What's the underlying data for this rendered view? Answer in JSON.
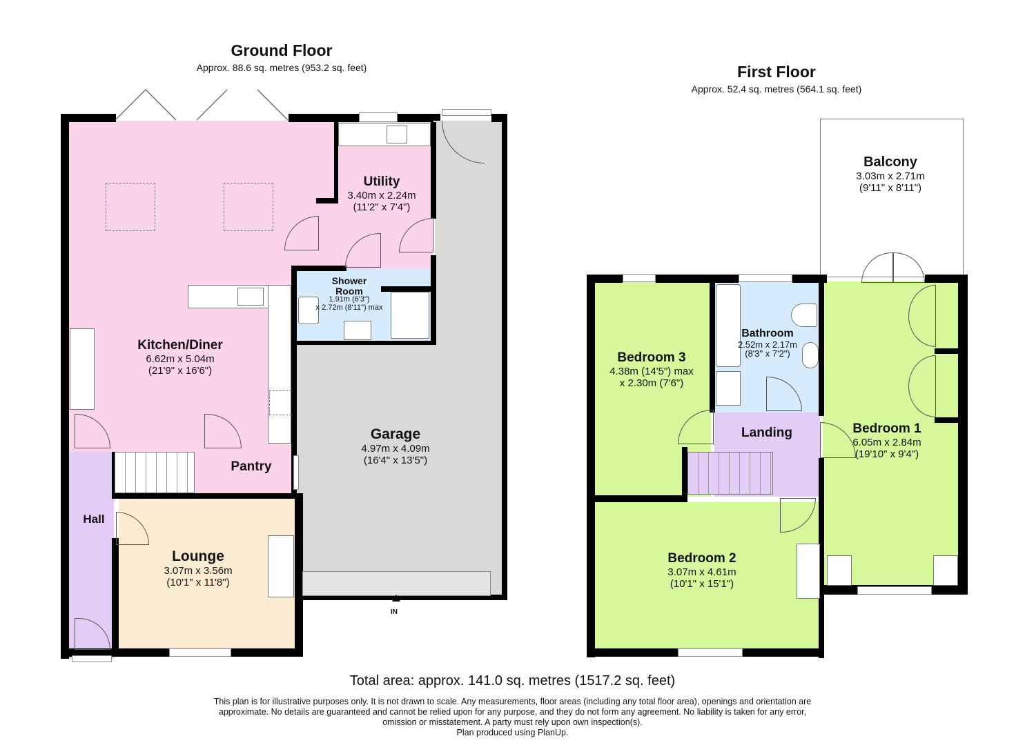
{
  "ground_floor": {
    "title": "Ground Floor",
    "area": "Approx. 88.6 sq. metres (953.2 sq. feet)",
    "rooms": {
      "kitchen": {
        "name": "Kitchen/Diner",
        "dim1": "6.62m x 5.04m",
        "dim2": "(21'9\" x 16'6\")"
      },
      "utility": {
        "name": "Utility",
        "dim1": "3.40m x 2.24m",
        "dim2": "(11'2\" x 7'4\")"
      },
      "shower": {
        "name1": "Shower",
        "name2": "Room",
        "dim1": "1.91m (6'3\")",
        "dim2": "x 2.72m (8'11\") max"
      },
      "garage": {
        "name": "Garage",
        "dim1": "4.97m x 4.09m",
        "dim2": "(16'4\" x 13'5\")"
      },
      "pantry": {
        "name": "Pantry"
      },
      "hall": {
        "name": "Hall"
      },
      "lounge": {
        "name": "Lounge",
        "dim1": "3.07m x 3.56m",
        "dim2": "(10'1\" x 11'8\")"
      }
    },
    "entrance_label": "IN"
  },
  "first_floor": {
    "title": "First Floor",
    "area": "Approx. 52.4 sq. metres (564.1 sq. feet)",
    "rooms": {
      "balcony": {
        "name": "Balcony",
        "dim1": "3.03m x 2.71m",
        "dim2": "(9'11\" x 8'11\")"
      },
      "bedroom3": {
        "name": "Bedroom 3",
        "dim1": "4.38m (14'5\") max",
        "dim2": "x 2.30m (7'6\")"
      },
      "bathroom": {
        "name": "Bathroom",
        "dim1": "2.52m x 2.17m",
        "dim2": "(8'3\" x 7'2\")"
      },
      "landing": {
        "name": "Landing"
      },
      "bedroom1": {
        "name": "Bedroom 1",
        "dim1": "6.05m x 2.84m",
        "dim2": "(19'10\" x 9'4\")"
      },
      "bedroom2": {
        "name": "Bedroom 2",
        "dim1": "3.07m x 4.61m",
        "dim2": "(10'1\" x 15'1\")"
      }
    }
  },
  "total_area": "Total area: approx. 141.0 sq. metres (1517.2 sq. feet)",
  "disclaimer": {
    "line1": "This plan is for illustrative purposes only. It is not drawn to scale. Any measurements, floor areas (including any total floor area), openings and orientation are",
    "line2": "approximate. No details are guaranteed and cannot be relied upon for any purpose, and they do not form any agreement. No liability is taken for any error,",
    "line3": "omission or misstatement. A party must rely upon own inspection(s).",
    "line4": "Plan produced using PlanUp."
  },
  "colors": {
    "kitchen": "#fbd4ec",
    "utility": "#fbd4ec",
    "shower": "#d6ebfb",
    "garage": "#d9d9d9",
    "hall": "#e3cdf7",
    "lounge": "#fbebd0",
    "bedroom": "#d7f89a",
    "landing": "#e3cdf7",
    "bathroom": "#d6ebfb"
  }
}
